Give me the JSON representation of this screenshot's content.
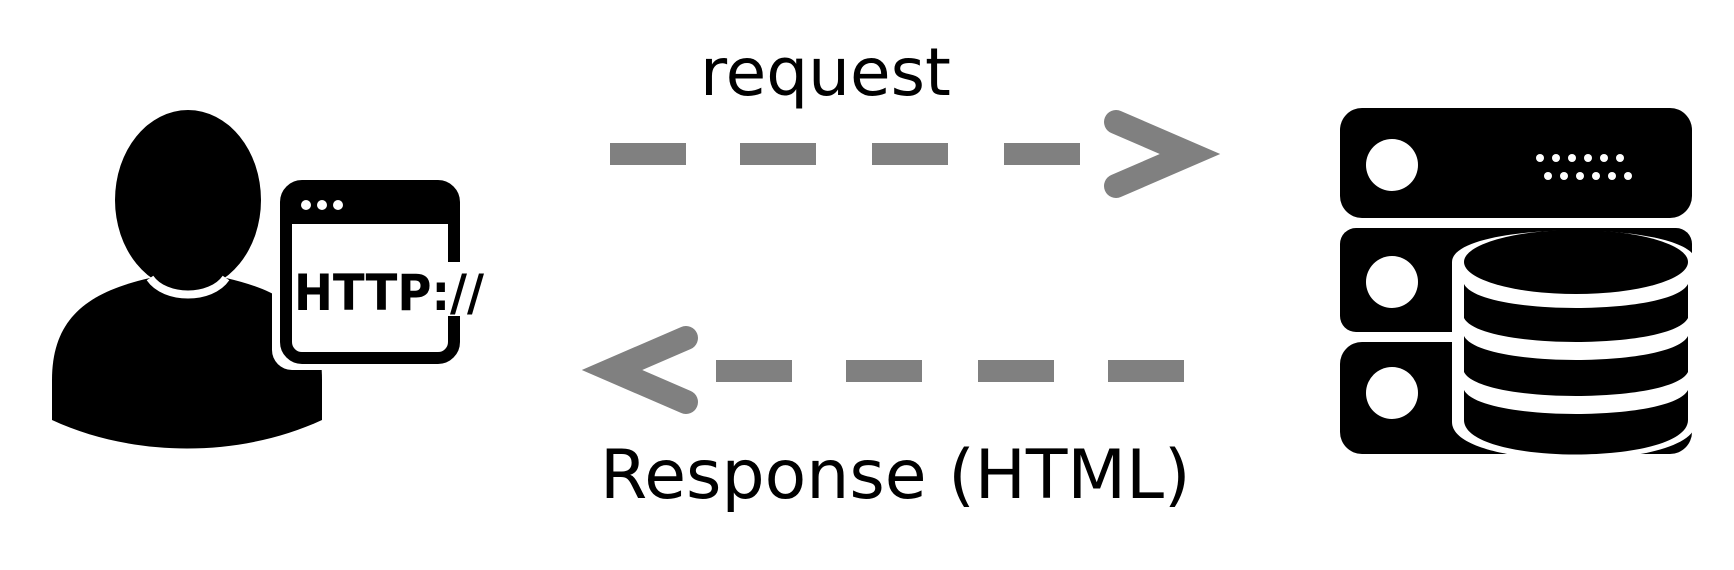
{
  "diagram": {
    "client": {
      "icon": "user-with-browser-icon",
      "browser_text": "HTTP://"
    },
    "server": {
      "icon": "server-database-icon"
    },
    "request": {
      "label": "request",
      "direction": "client-to-server",
      "line_style": "dashed"
    },
    "response": {
      "label": "Response (HTML)",
      "direction": "server-to-client",
      "line_style": "dashed"
    },
    "colors": {
      "icon": "#000000",
      "arrow": "#808080",
      "text": "#000000",
      "background": "#ffffff"
    }
  }
}
